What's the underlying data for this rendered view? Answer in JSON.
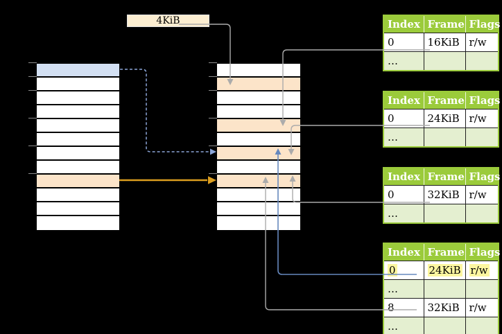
{
  "size_label": {
    "text": "4KiB"
  },
  "colors": {
    "green": "#9bcb3b",
    "green_light": "#e4efd0",
    "cream": "#fceed1",
    "blue_cell": "#d3e0f3",
    "orange_cell": "#fce4c9",
    "hl_yellow": "#fcf6a0",
    "arrow_gray": "#ababab",
    "arrow_blue": "#6688bd",
    "arrow_blue_dash": "#8ca6d8",
    "arrow_orange": "#dc9e1f"
  },
  "memory": {
    "left_column_rows": [
      "blue",
      "plain",
      "plain",
      "plain",
      "plain",
      "plain",
      "plain",
      "plain",
      "orange",
      "plain",
      "plain",
      "plain"
    ],
    "middle_column_rows": [
      "plain",
      "orange",
      "plain",
      "plain",
      "orange",
      "plain",
      "orange",
      "plain",
      "orange",
      "plain",
      "plain",
      "plain"
    ],
    "tick_row_indices": [
      0,
      1,
      2,
      4,
      6,
      8
    ]
  },
  "tables": [
    {
      "headers": [
        "Index",
        "Frame",
        "Flags"
      ],
      "rows": [
        {
          "cells": [
            "0",
            "16KiB",
            "r/w"
          ]
        },
        {
          "cells": [
            "…",
            "",
            ""
          ]
        }
      ]
    },
    {
      "headers": [
        "Index",
        "Frame",
        "Flags"
      ],
      "rows": [
        {
          "cells": [
            "0",
            "24KiB",
            "r/w"
          ]
        },
        {
          "cells": [
            "…",
            "",
            ""
          ]
        }
      ]
    },
    {
      "headers": [
        "Index",
        "Frame",
        "Flags"
      ],
      "rows": [
        {
          "cells": [
            "0",
            "32KiB",
            "r/w"
          ]
        },
        {
          "cells": [
            "…",
            "",
            ""
          ]
        }
      ]
    },
    {
      "headers": [
        "Index",
        "Frame",
        "Flags"
      ],
      "rows": [
        {
          "cells": [
            "0",
            "24KiB",
            "r/w"
          ],
          "highlighted": true
        },
        {
          "cells": [
            "…",
            "",
            ""
          ]
        },
        {
          "cells": [
            "8",
            "32KiB",
            "r/w"
          ]
        },
        {
          "cells": [
            "…",
            "",
            ""
          ]
        }
      ]
    }
  ]
}
